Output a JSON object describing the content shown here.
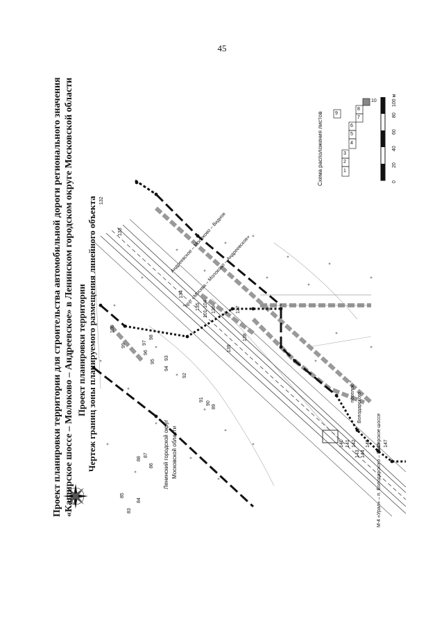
{
  "page": {
    "number": "45"
  },
  "title": {
    "line1": "Проект планировки территории для строительства автомобильной дороги регионального значения",
    "line2": "«Каширское шоссе – Молоково – Андреевское» в Ленинском городском округе Московской области",
    "line3": "Проект планировки территории",
    "line4": "Чертеж границ зоны планируемого размещения линейного объекта"
  },
  "legend": {
    "title": "Схема расположения листов",
    "sheets": [
      "1",
      "2",
      "3",
      "4",
      "5",
      "6",
      "7",
      "8",
      "9",
      "10"
    ]
  },
  "scale_bar": {
    "ticks": [
      "0",
      "20",
      "40",
      "60",
      "80",
      "100 м"
    ]
  },
  "map": {
    "district_label": "Ленинский городской округ",
    "region_label": "Московской области",
    "road_labels": {
      "upper": "Андреевское – Молоково – Видное",
      "lower": "пр-т «Москва – Молоково – Андреевское»"
    },
    "bottom_labels": {
      "a": "М-4 «Урал» – п. Володарского – Каширское шоссе",
      "b": "Володарского",
      "c": "поселок"
    },
    "points": [
      "83",
      "84",
      "85",
      "86",
      "87",
      "88",
      "89",
      "90",
      "91",
      "92",
      "93",
      "94",
      "95",
      "96",
      "97",
      "98",
      "99",
      "100",
      "101-104",
      "132",
      "133",
      "134",
      "135",
      "136",
      "137",
      "138",
      "139",
      "140",
      "141",
      "142",
      "143",
      "144",
      "145",
      "146",
      "147"
    ],
    "compass_label": "N"
  }
}
